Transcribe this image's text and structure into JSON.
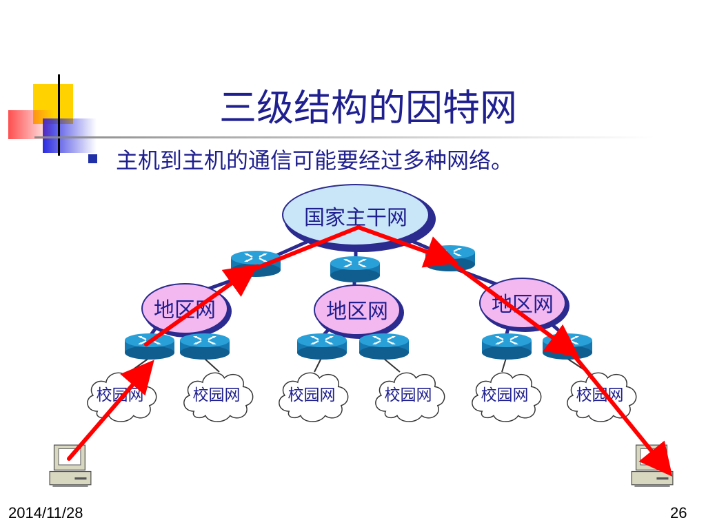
{
  "slide": {
    "title": "三级结构的因特网",
    "bullet": "主机到主机的通信可能要经过多种网络。",
    "date": "2014/11/28",
    "page": "26"
  },
  "diagram": {
    "backbone_label": "国家主干网",
    "regional_labels": [
      "地区网",
      "地区网",
      "地区网"
    ],
    "campus_labels": [
      "校园网",
      "校园网",
      "校园网",
      "校园网",
      "校园网",
      "校园网"
    ],
    "colors": {
      "backbone_fill": "#c9e6f8",
      "regional_fill": "#f4b8f0",
      "router_fill": "#1b8cc2",
      "link": "#2b2b8f",
      "path": "#ff0000",
      "cloud_fill": "#ffffff",
      "deco_yellow": "#ffd200",
      "deco_red": "#ff4040",
      "deco_blue": "#2a2ae0"
    }
  }
}
